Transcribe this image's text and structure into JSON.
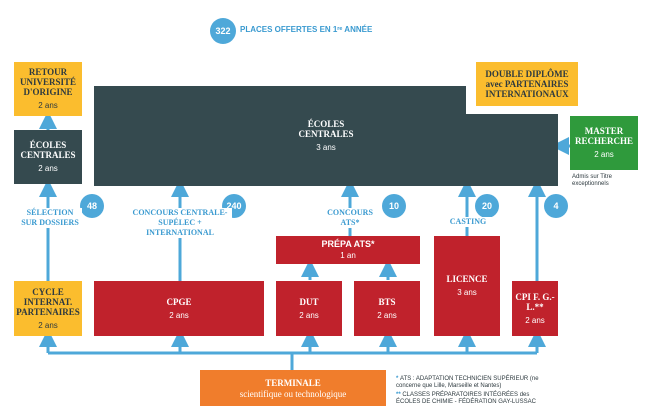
{
  "header": {
    "count": "322",
    "text": "PLACES OFFERTES EN 1ʳᵉ ANNÉE"
  },
  "boxes": {
    "retour": {
      "title": "RETOUR UNIVERSITÉ D'ORIGINE",
      "sub": "2 ans"
    },
    "double": {
      "title": "DOUBLE DIPLÔME avec PARTENAIRES INTERNATIONAUX"
    },
    "ec_main": {
      "title": "ÉCOLES CENTRALES",
      "sub": "3 ans"
    },
    "ec_small": {
      "title": "ÉCOLES CENTRALES",
      "sub": "2 ans"
    },
    "master": {
      "title": "MASTER RECHERCHE",
      "sub": "2 ans",
      "note": "Admis sur Titre exceptionnels"
    },
    "prepa": {
      "title": "PRÉPA ATS*",
      "sub": "1 an"
    },
    "cycle": {
      "title": "CYCLE INTERNAT. PARTENAIRES",
      "sub": "2 ans"
    },
    "cpge": {
      "title": "CPGE",
      "sub": "2 ans"
    },
    "dut": {
      "title": "DUT",
      "sub": "2 ans"
    },
    "bts": {
      "title": "BTS",
      "sub": "2 ans"
    },
    "licence": {
      "title": "LICENCE",
      "sub": "3 ans"
    },
    "cpi": {
      "title": "CPI F. G.-L.**",
      "sub": "2 ans"
    },
    "terminale": {
      "title": "TERMINALE",
      "sub": "scientifique ou technologique"
    }
  },
  "routes": [
    {
      "key": "dossiers",
      "count": "48",
      "label": "SÉLECTION sur DOSSIERS"
    },
    {
      "key": "concours",
      "count": "240",
      "label": "CONCOURS CENTRALE-SUPÉLEC + INTERNATIONAL"
    },
    {
      "key": "ats",
      "count": "10",
      "label": "CONCOURS ATS*"
    },
    {
      "key": "casting",
      "count": "20",
      "label": "CASTING"
    },
    {
      "key": "cpi",
      "count": "4",
      "label": ""
    }
  ],
  "footnotes": {
    "ats": "ATS : ADAPTATION TECHNICIEN SUPÉRIEUR (ne concerne que Lille, Marseille et Nantes)",
    "fgl": "CLASSES PRÉPARATOIRES INTÉGRÉES des ÉCOLES DE CHIMIE - FÉDÉRATION GAY-LUSSAC"
  },
  "colors": {
    "arrow": "#4ea8d9",
    "dark": "#354a4f",
    "red": "#c0222c",
    "yellow": "#fbbd2e",
    "green": "#2f9a3c",
    "orange": "#f07d2c"
  }
}
